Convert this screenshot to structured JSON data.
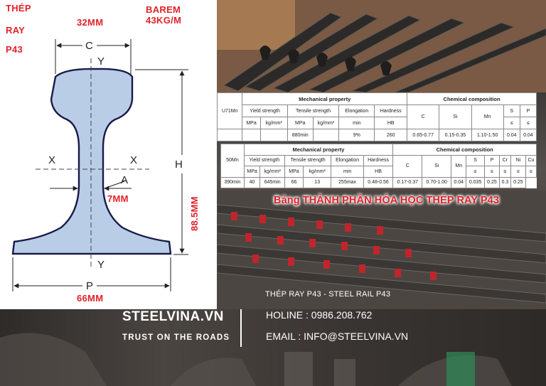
{
  "diagram": {
    "title_line1": "THÉP",
    "title_line2": "RAY",
    "title_line3": "P43",
    "barem": "BAREM 43KG/M",
    "dim_c_value": "32MM",
    "dim_a_value": "7MM",
    "dim_h_value": "88.5MM",
    "dim_p_value": "66MM",
    "label_c": "C",
    "label_y_top": "Y",
    "label_y_bottom": "Y",
    "label_x_left": "X",
    "label_x_right": "X",
    "label_a": "A",
    "label_h": "H",
    "label_p": "P"
  },
  "table1": {
    "grade": "U71Mn",
    "mech_header": "Mechanical property",
    "chem_header": "Chemical composition",
    "cols": [
      "Yield strength",
      "Tensile strength",
      "Elongation",
      "Hardness",
      "C",
      "Si",
      "Mn",
      "S",
      "P"
    ],
    "units": [
      "MPa",
      "kg/mm²",
      "MPa",
      "kg/mm²",
      "min",
      "HB",
      "≤",
      "≤"
    ],
    "values": [
      "",
      "",
      "880min",
      "",
      "9%",
      "260",
      "0.65-0.77",
      "0.15-0.35",
      "1.10-1.50",
      "0.04",
      "0.04"
    ]
  },
  "table2": {
    "grade": "50Mn",
    "mech_header": "Mechanical property",
    "chem_header": "Chemical composition",
    "cols": [
      "Yield strength",
      "Tensile strength",
      "Elongation",
      "Hardness",
      "C",
      "Si",
      "Mn",
      "S",
      "P",
      "Cr",
      "Ni",
      "Cu"
    ],
    "units": [
      "MPa",
      "kg/mm²",
      "MPa",
      "kg/mm²",
      "min",
      "HB",
      "≤",
      "≤",
      "≤",
      "≤",
      "≤"
    ],
    "values": [
      "390min",
      "40",
      "645min",
      "66",
      "13",
      "255max",
      "0.48-0.56",
      "0.17-0.37",
      "0.70-1.00",
      "0.04",
      "0.035",
      "0.25",
      "0.3",
      "0.25"
    ]
  },
  "caption": "Bảng THÀNH PHẦN HÓA HỌC THÉP RAY P43",
  "product_line": "THÉP RAY P43  -  STEEL RAIL P43",
  "footer": {
    "brand": "STEELVINA.VN",
    "tagline": "TRUST ON THE ROADS",
    "hotline": "HOLINE : 0986.208.762",
    "email": "EMAIL : INFO@STEELVINA.VN"
  },
  "colors": {
    "accent_red": "#e0222a",
    "rail_fill": "#b9cde6",
    "rail_stroke": "#1a1a4a"
  }
}
